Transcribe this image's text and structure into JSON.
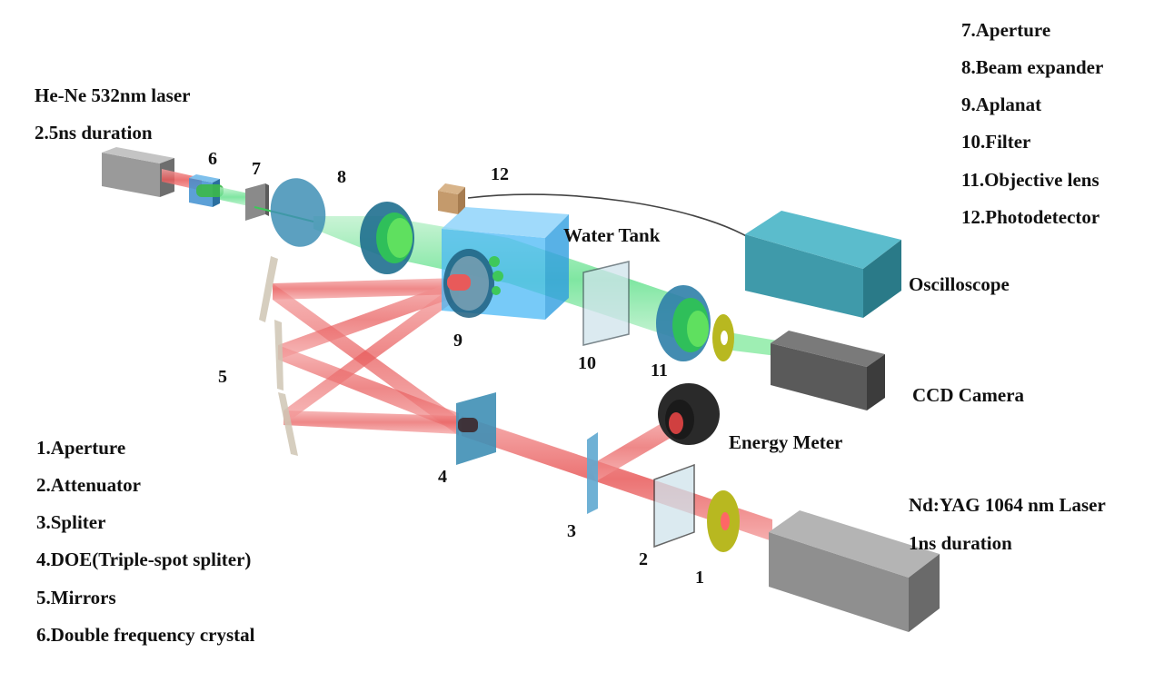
{
  "legend_left": [
    "1.Aperture",
    "2.Attenuator",
    "3.Spliter",
    "4.DOE(Triple-spot spliter)",
    "5.Mirrors",
    "6.Double frequency crystal"
  ],
  "legend_right": [
    "7.Aperture",
    "8.Beam expander",
    "9.Aplanat",
    "10.Filter",
    "11.Objective lens",
    "12.Photodetector"
  ],
  "labels": {
    "he_ne_laser": "He-Ne 532nm laser",
    "he_ne_duration": "2.5ns duration",
    "water_tank": "Water Tank",
    "oscilloscope": "Oscilloscope",
    "ccd_camera": "CCD Camera",
    "energy_meter": "Energy Meter",
    "ndyag_laser": "Nd:YAG  1064 nm Laser",
    "ndyag_duration": "1ns duration"
  },
  "component_numbers": {
    "n1": "1",
    "n2": "2",
    "n3": "3",
    "n4": "4",
    "n5": "5",
    "n6": "6",
    "n7": "7",
    "n8": "8",
    "n9": "9",
    "n10": "10",
    "n11": "11",
    "n12": "12"
  },
  "colors": {
    "red_beam": "#e85a5a",
    "green_beam": "#5fe08a",
    "lens_blue": "#3f8fb5",
    "tank_blue": "#4ab8f5",
    "oscilloscope": "#3f9aaa",
    "laser_gray": "#8a8a8a",
    "ccd_gray": "#555555",
    "aperture_yellow": "#b8b820",
    "photodetector": "#c49a6c"
  }
}
